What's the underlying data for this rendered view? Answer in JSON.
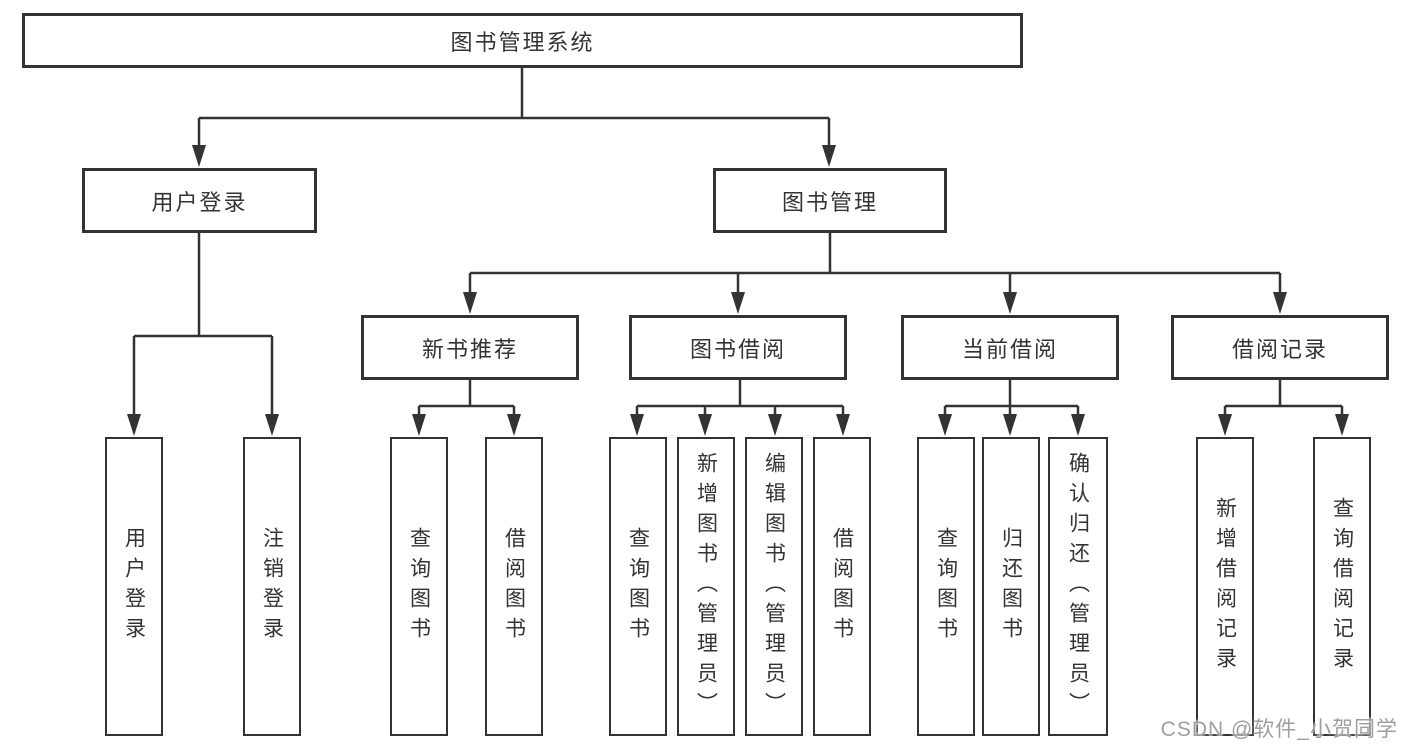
{
  "diagram": {
    "type": "hierarchy-tree",
    "tree": {
      "label": "图书管理系统",
      "children": [
        {
          "label": "用户登录",
          "children": [
            {
              "label": "用户登录"
            },
            {
              "label": "注销登录"
            }
          ]
        },
        {
          "label": "图书管理",
          "children": [
            {
              "label": "新书推荐",
              "children": [
                {
                  "label": "查询图书"
                },
                {
                  "label": "借阅图书"
                }
              ]
            },
            {
              "label": "图书借阅",
              "children": [
                {
                  "label": "查询图书"
                },
                {
                  "label": "新增图书（管理员）"
                },
                {
                  "label": "编辑图书（管理员）"
                },
                {
                  "label": "借阅图书"
                }
              ]
            },
            {
              "label": "当前借阅",
              "children": [
                {
                  "label": "查询图书"
                },
                {
                  "label": "归还图书"
                },
                {
                  "label": "确认归还（管理员）"
                }
              ]
            },
            {
              "label": "借阅记录",
              "children": [
                {
                  "label": "新增借阅记录"
                },
                {
                  "label": "查询借阅记录"
                }
              ]
            }
          ]
        }
      ]
    }
  },
  "watermark": {
    "text": "CSDN @软件_小贺同学"
  },
  "colors": {
    "line": "#333333",
    "box_border": "#333333",
    "box_fill": "#ffffff",
    "text": "#333333",
    "watermark": "#9e9e9e",
    "background": "#ffffff"
  }
}
